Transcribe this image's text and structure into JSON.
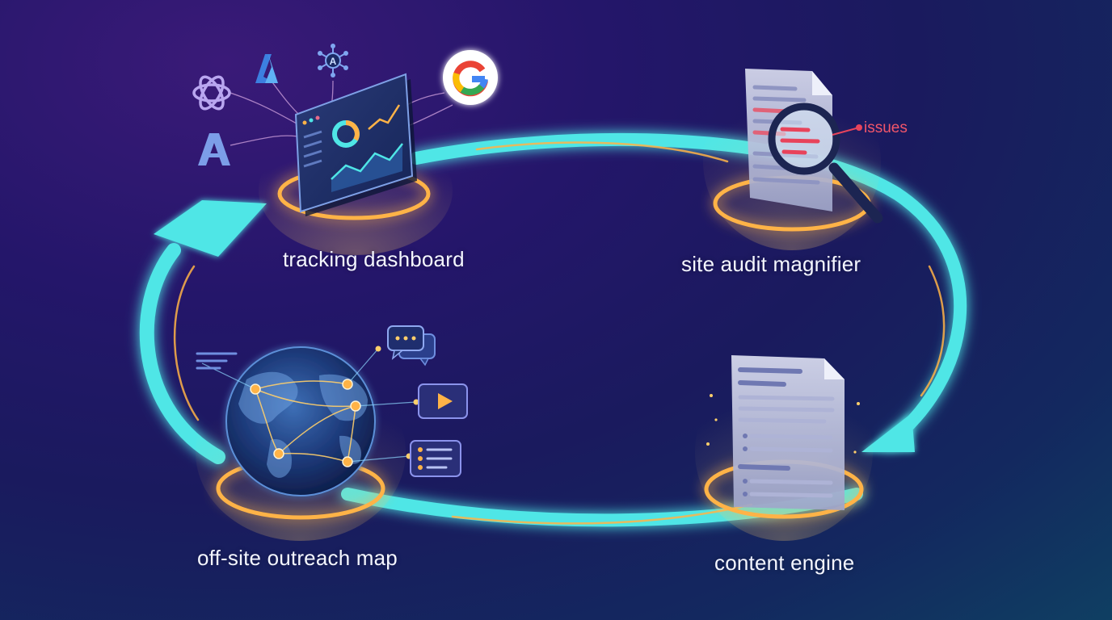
{
  "nodes": {
    "tracking": {
      "label": "tracking dashboard"
    },
    "audit": {
      "label": "site audit magnifier",
      "issues_label": "issues"
    },
    "content": {
      "label": "content engine"
    },
    "outreach": {
      "label": "off-site outreach map"
    }
  },
  "colors": {
    "cycle": "#4fe6e6",
    "glow": "#ffb347",
    "issue": "#f2566a",
    "google_blue": "#4285f4",
    "google_red": "#ea4335",
    "google_yellow": "#fbbc05",
    "google_green": "#34a853"
  },
  "icons": [
    "openai-icon",
    "anthropic-icon",
    "azure-icon",
    "network-a-icon",
    "google-icon",
    "document-icon",
    "magnifier-icon",
    "globe-icon",
    "chat-bubble-icon",
    "video-play-icon",
    "list-card-icon"
  ]
}
